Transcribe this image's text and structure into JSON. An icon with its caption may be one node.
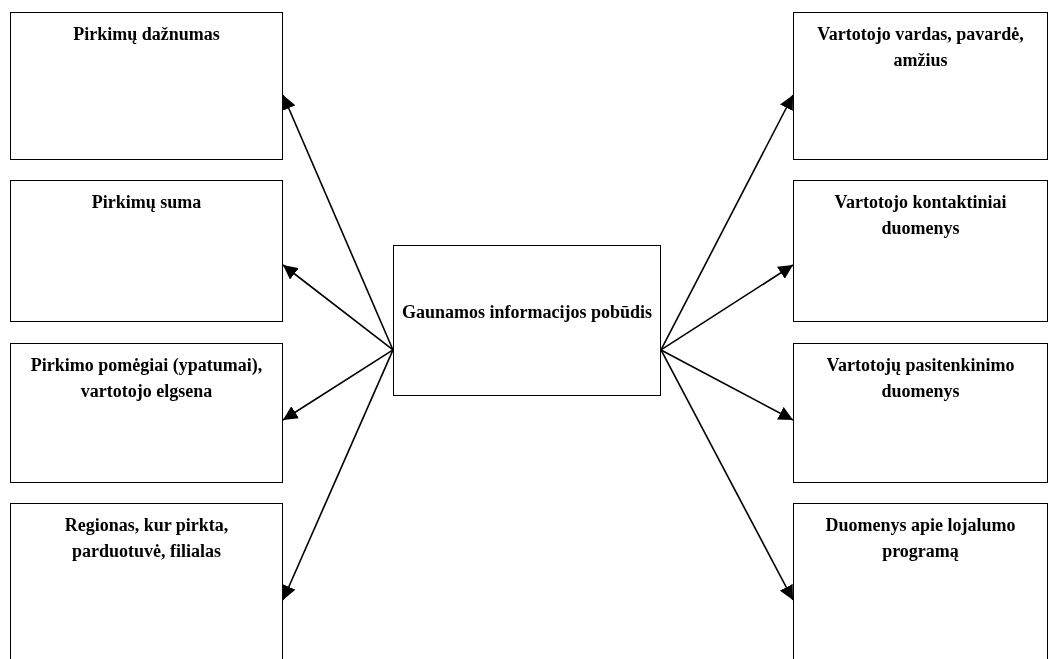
{
  "diagram": {
    "nodes": [
      {
        "text": [
          "Gaunamos informacijos pobūdis"
        ]
      },
      {
        "text": [
          "Pirkimų dažnumas"
        ]
      },
      {
        "text": [
          "Pirkimų suma"
        ]
      },
      {
        "text": [
          "Pirkimo pomėgiai (ypatumai), vartotojo elgsena"
        ]
      },
      {
        "text": [
          "Regionas, kur pirkta, parduotuvė, filialas"
        ]
      },
      {
        "text": [
          "Vartotojo vardas, pavardė, amžius"
        ]
      },
      {
        "text": [
          "Vartotojo kontaktiniai duomenys"
        ]
      },
      {
        "text": [
          "Vartotojų pasitenkinimo duomenys"
        ]
      },
      {
        "text": [
          "Duomenys apie lojalumo programą"
        ]
      }
    ],
    "edges": [
      {
        "from": 0,
        "to": 1,
        "arrow": "to"
      },
      {
        "from": 0,
        "to": 2,
        "arrow": "to"
      },
      {
        "from": 0,
        "to": 3,
        "arrow": "to"
      },
      {
        "from": 0,
        "to": 4,
        "arrow": "to"
      },
      {
        "from": 0,
        "to": 5,
        "arrow": "to"
      },
      {
        "from": 0,
        "to": 6,
        "arrow": "to"
      },
      {
        "from": 0,
        "to": 7,
        "arrow": "to"
      },
      {
        "from": 0,
        "to": 8,
        "arrow": "to"
      }
    ]
  }
}
